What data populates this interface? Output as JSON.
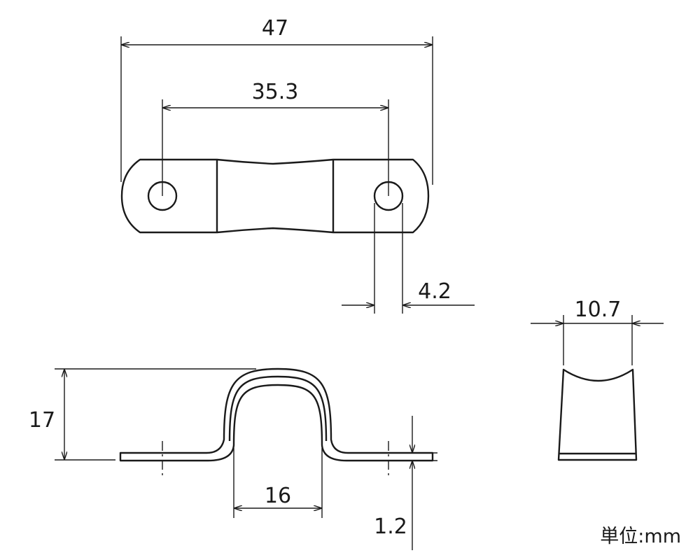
{
  "dimensions": {
    "overall_length": "47",
    "hole_pitch": "35.3",
    "hole_diameter": "4.2",
    "width": "10.7",
    "height": "17",
    "inner_width": "16",
    "thickness": "1.2"
  },
  "unit_note": "単位:mm"
}
